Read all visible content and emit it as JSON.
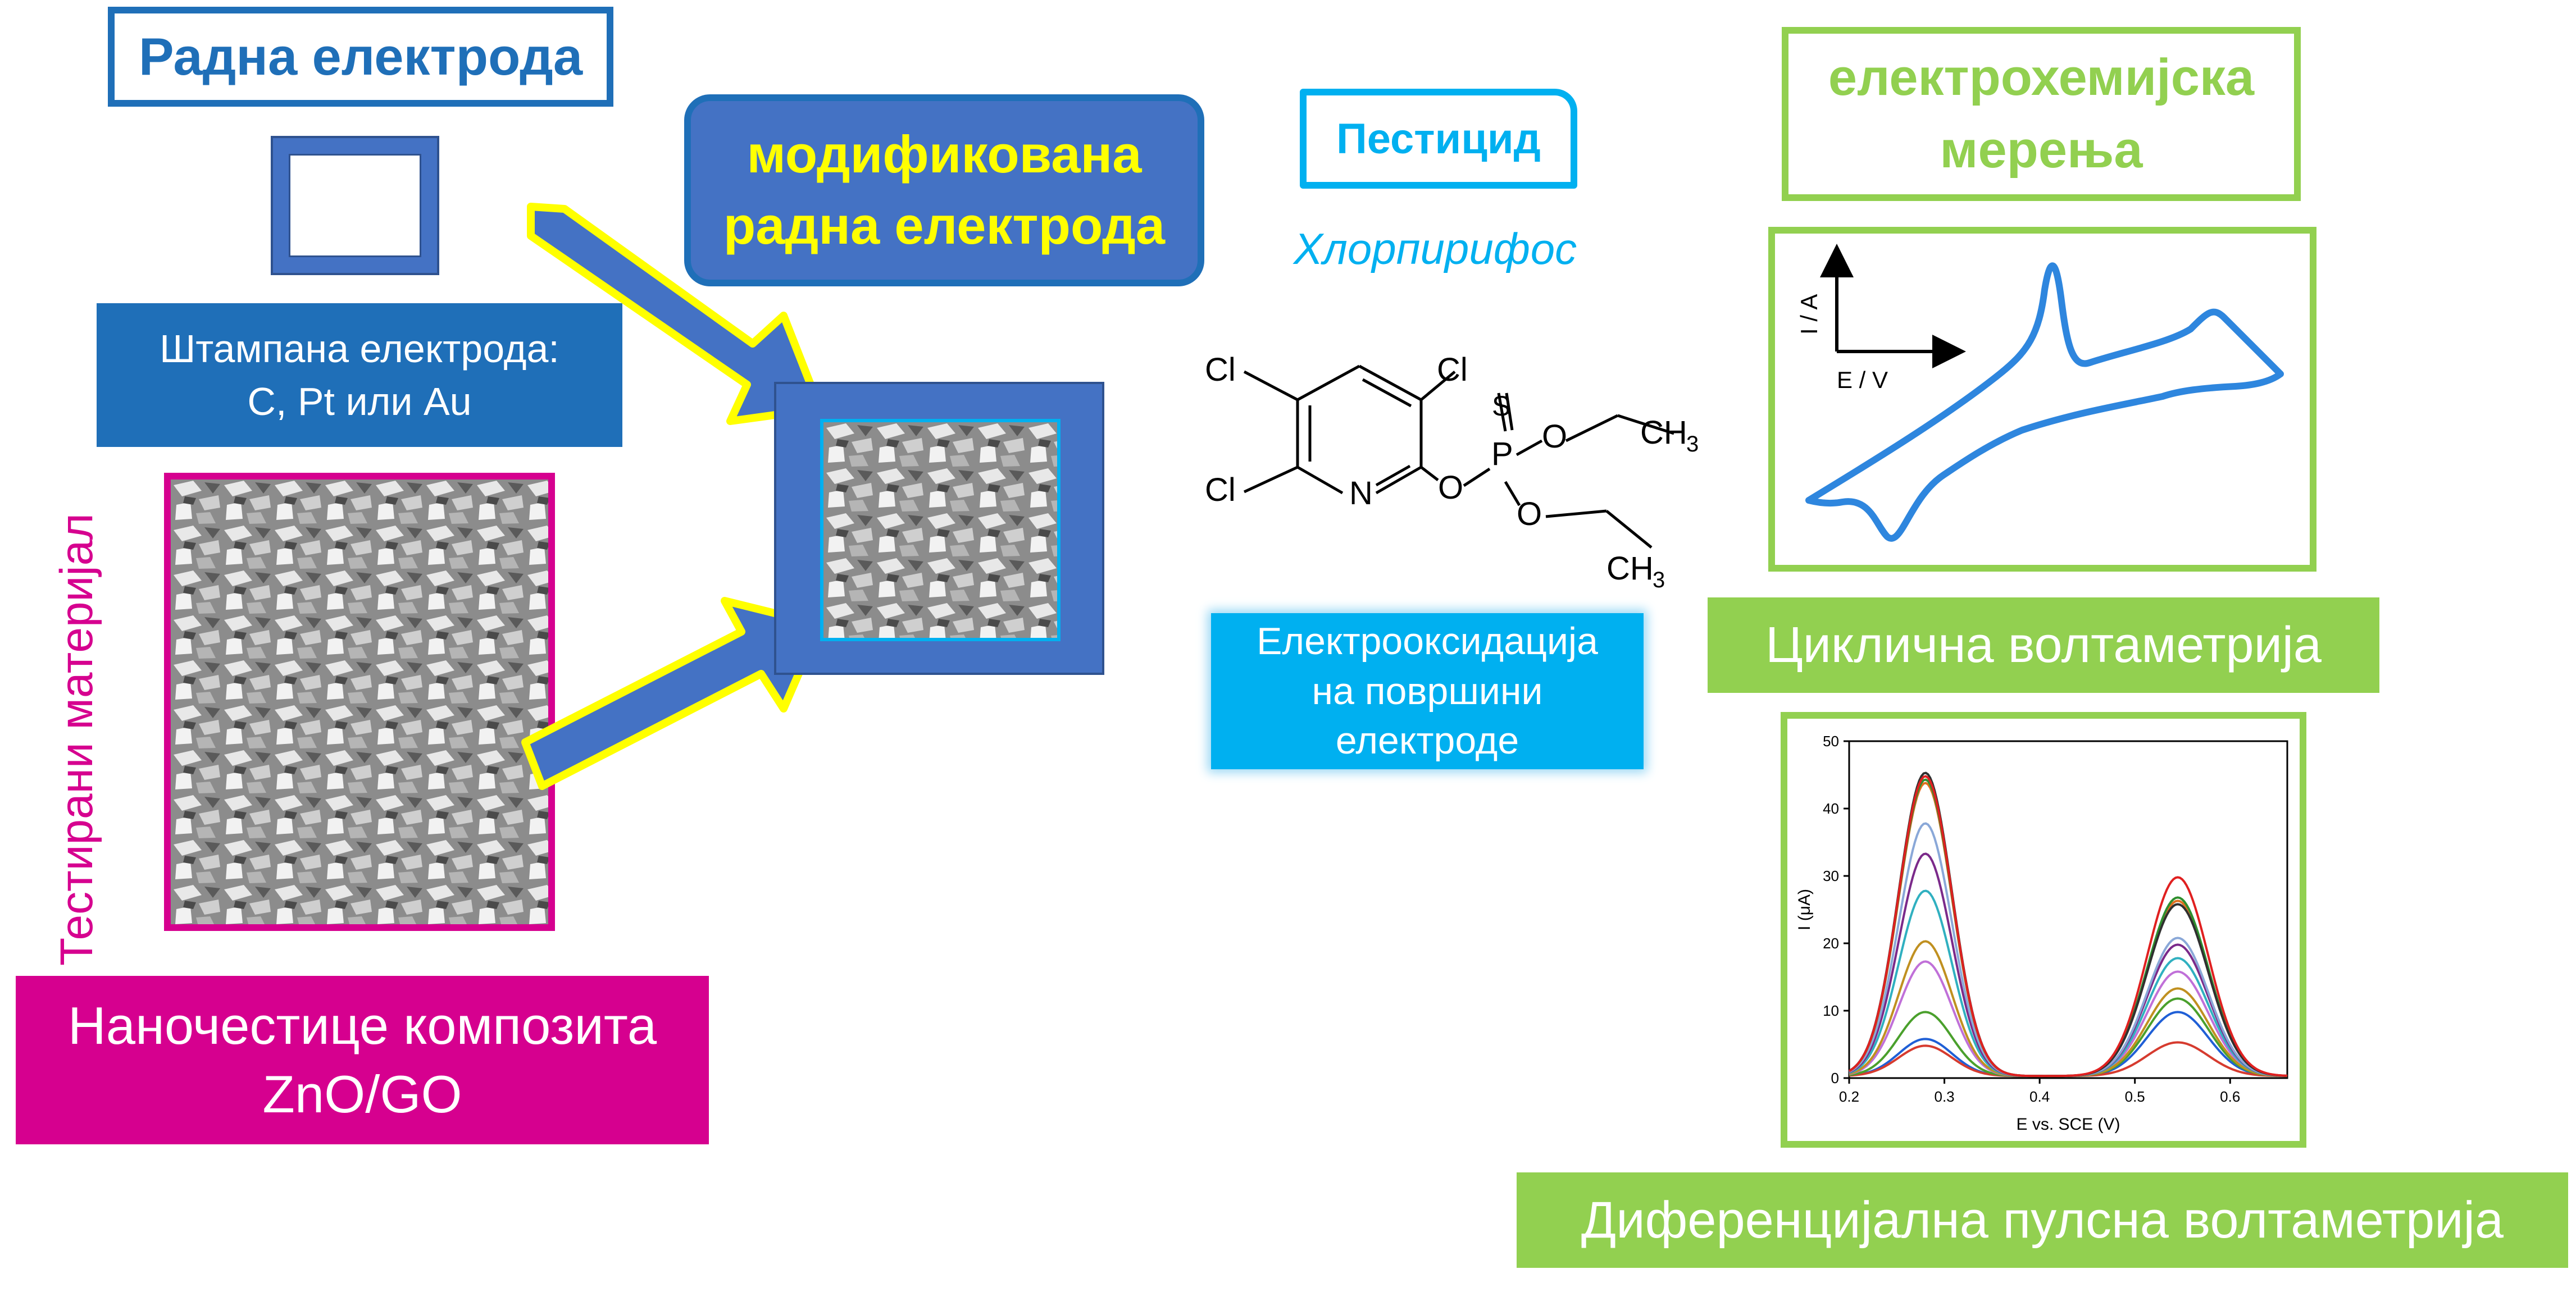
{
  "left": {
    "working_electrode_title": "Радна електрода",
    "printed_electrode_line1": "Штампана електрода:",
    "printed_electrode_line2": "C, Pt или Au",
    "tested_material_label": "Тестирани материјал",
    "nanoparticles_line1": "Наночестице композита",
    "nanoparticles_line2": "ZnO/GO"
  },
  "middle": {
    "modified_line1": "модификована",
    "modified_line2": "радна електрода"
  },
  "pesticide": {
    "label": "Пестицид",
    "name": "Хлорпирифос",
    "atoms": {
      "cl1": "Cl",
      "cl2": "Cl",
      "cl3": "Cl",
      "n": "N",
      "s": "S",
      "p": "P",
      "o1": "O",
      "o2": "O",
      "o3": "O",
      "ch3a": "CH",
      "ch3b": "CH",
      "sub": "3"
    },
    "electrooxidation_line1": "Електрооксидација",
    "electrooxidation_line2": "на површини",
    "electrooxidation_line3": "електроде"
  },
  "right": {
    "measurements_line1": "електрохемијска",
    "measurements_line2": "мерења",
    "cv_y_axis": "I / A",
    "cv_x_axis": "E / V",
    "cyclic_voltammetry": "Циклична волтаметрија",
    "differential_pulse": "Диференцијална пулсна волтаметрија"
  },
  "colors": {
    "blue": "#1f6fb8",
    "box_blue": "#4472c4",
    "magenta": "#d6008f",
    "yellow": "#ffff00",
    "cyan": "#00b0f0",
    "green": "#92d050"
  },
  "chart_data": {
    "type": "line",
    "xlabel": "E vs. SCE (V)",
    "ylabel": "I (μA)",
    "xlim": [
      0.2,
      0.66
    ],
    "ylim": [
      0,
      50
    ],
    "x_ticks": [
      "0.2",
      "0.3",
      "0.4",
      "0.5",
      "0.6"
    ],
    "y_ticks": [
      "0",
      "10",
      "20",
      "30",
      "40",
      "50"
    ],
    "peak1_x": 0.28,
    "peak2_x": 0.545,
    "series": [
      {
        "color": "#1f5fd6",
        "peak1": 5.5,
        "peak2": 9.5
      },
      {
        "color": "#d63b2f",
        "peak1": 4.5,
        "peak2": 5.0
      },
      {
        "color": "#4aa02c",
        "peak1": 9.5,
        "peak2": 11.5
      },
      {
        "color": "#c070d8",
        "peak1": 17.0,
        "peak2": 15.5
      },
      {
        "color": "#c09020",
        "peak1": 20.0,
        "peak2": 13.0
      },
      {
        "color": "#30b0c0",
        "peak1": 27.5,
        "peak2": 17.5
      },
      {
        "color": "#7b2a8a",
        "peak1": 33.0,
        "peak2": 19.5
      },
      {
        "color": "#8aa8d8",
        "peak1": 37.5,
        "peak2": 20.5
      },
      {
        "color": "#e07020",
        "peak1": 43.5,
        "peak2": 26.0
      },
      {
        "color": "#2f8f2f",
        "peak1": 44.0,
        "peak2": 26.5
      },
      {
        "color": "#303030",
        "peak1": 45.0,
        "peak2": 25.5
      },
      {
        "color": "#e02020",
        "peak1": 44.5,
        "peak2": 29.5
      }
    ]
  }
}
